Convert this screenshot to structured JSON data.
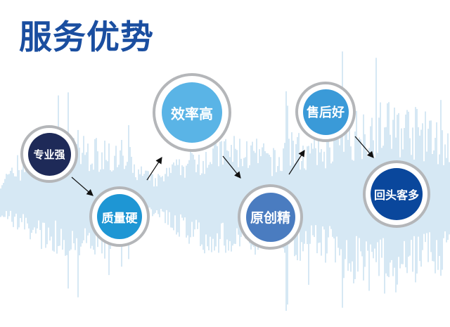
{
  "title": "服务优势",
  "items": [
    {
      "label": "专业强",
      "color": "#1e2a58"
    },
    {
      "label": "质量硬",
      "color": "#1e96d4"
    },
    {
      "label": "效率高",
      "color": "#5ab4e6"
    },
    {
      "label": "原创精",
      "color": "#4a7cc0"
    },
    {
      "label": "售后好",
      "color": "#3a9ad8"
    },
    {
      "label": "回头客多",
      "color": "#0a479c"
    }
  ],
  "colors": {
    "title": "#1a4ea0",
    "wave": "#d6e8f4",
    "ring": "#b4b6b9"
  }
}
